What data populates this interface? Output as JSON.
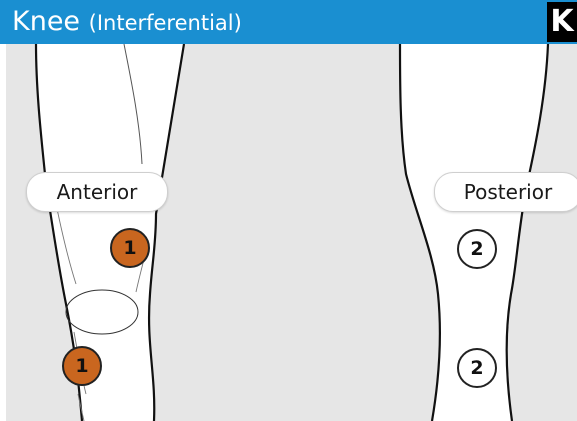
{
  "title": {
    "main": "Knee",
    "sub": "(Interferential)"
  },
  "badge": "K",
  "views": {
    "anterior": "Anterior",
    "posterior": "Posterior"
  },
  "electrodes": {
    "anterior_upper": "1",
    "anterior_lower": "1",
    "posterior_upper": "2",
    "posterior_lower": "2"
  },
  "colors": {
    "header": "#1a8fd1",
    "panel": "#e6e6e6",
    "channel_1": "#c9661f",
    "channel_2": "#ffffff"
  }
}
